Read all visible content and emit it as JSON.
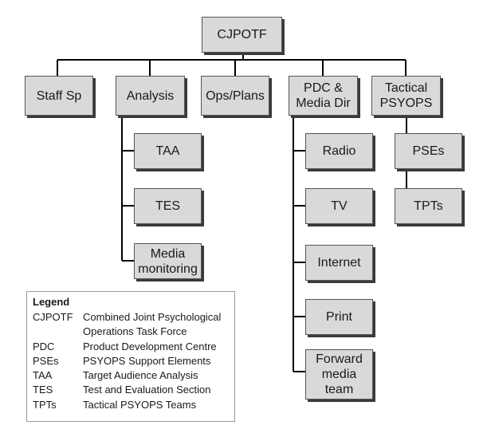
{
  "root": {
    "label": "CJPOTF"
  },
  "departments": {
    "staff_sp": {
      "label": "Staff Sp"
    },
    "analysis": {
      "label": "Analysis"
    },
    "ops_plans": {
      "label": "Ops/Plans"
    },
    "pdc_media": {
      "label": "PDC &\nMedia Dir"
    },
    "tactical_psyops": {
      "label": "Tactical\nPSYOPS"
    }
  },
  "analysis_children": [
    {
      "label": "TAA"
    },
    {
      "label": "TES"
    },
    {
      "label": "Media\nmonitoring"
    }
  ],
  "pdc_children": [
    {
      "label": "Radio"
    },
    {
      "label": "TV"
    },
    {
      "label": "Internet"
    },
    {
      "label": "Print"
    },
    {
      "label": "Forward\nmedia\nteam"
    }
  ],
  "tactical_children": [
    {
      "label": "PSEs"
    },
    {
      "label": "TPTs"
    }
  ],
  "legend": {
    "title": "Legend",
    "entries": [
      {
        "abbr": "CJPOTF",
        "def": "Combined Joint Psychological"
      },
      {
        "abbr": "",
        "def": "Operations Task Force"
      },
      {
        "abbr": "PDC",
        "def": "Product Development Centre"
      },
      {
        "abbr": "PSEs",
        "def": "PSYOPS Support Elements"
      },
      {
        "abbr": "TAA",
        "def": "Target Audience Analysis"
      },
      {
        "abbr": "TES",
        "def": "Test and Evaluation Section"
      },
      {
        "abbr": "TPTs",
        "def": "Tactical PSYOPS Teams"
      }
    ]
  },
  "colors": {
    "box_fill": "#d9d9d9",
    "box_shadow": "#3a3a3a",
    "connector": "#000000"
  }
}
